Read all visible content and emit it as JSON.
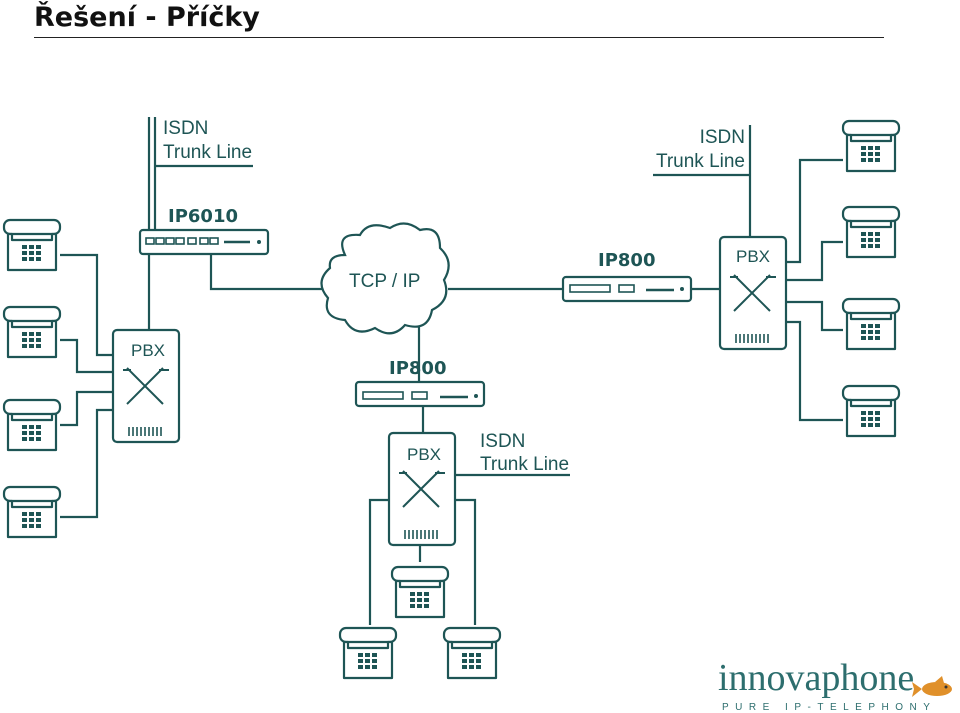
{
  "title": "Řešení - Příčky",
  "labels": {
    "isdn": "ISDN",
    "trunk_line": "Trunk Line",
    "cloud": "TCP / IP",
    "pbx": "PBX"
  },
  "devices": {
    "gw_top_left": "IP6010",
    "gw_right": "IP800",
    "gw_bottom": "IP800"
  },
  "logo": {
    "name": "innovaphone",
    "tagline": "PURE IP-TELEPHONY"
  },
  "colors": {
    "stroke": "#1e5555",
    "logo": "#2d6e6e",
    "fish": "#e0902a"
  }
}
